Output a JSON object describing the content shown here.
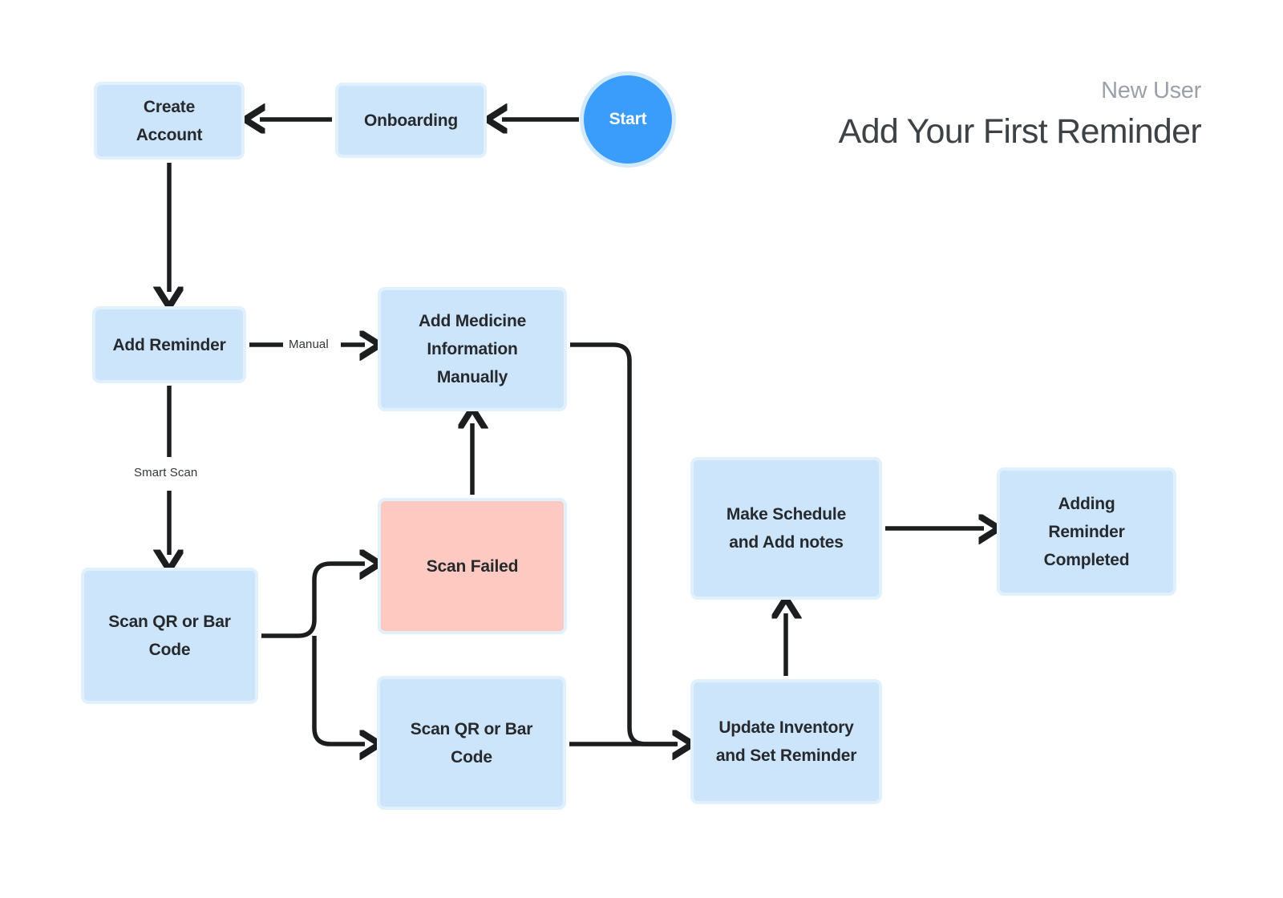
{
  "header": {
    "kicker": "New User",
    "title": "Add Your First Reminder"
  },
  "colors": {
    "node_fill": "#cce5fb",
    "node_border": "#e1f0fd",
    "error_fill": "#fdc9c0",
    "start_fill": "#3b9dfb",
    "start_ring": "#d3eafd",
    "edge": "#1b1d1f",
    "text": "#26292d",
    "title": "#3d4246",
    "kicker": "#9aa1a8",
    "background": "#ffffff"
  },
  "diagram": {
    "type": "flowchart",
    "nodes": [
      {
        "id": "start",
        "label": "Start",
        "shape": "circle",
        "style": "start"
      },
      {
        "id": "onboarding",
        "label": "Onboarding",
        "shape": "rect",
        "style": "default"
      },
      {
        "id": "create",
        "label": "Create\nAccount",
        "shape": "rect",
        "style": "default"
      },
      {
        "id": "add-reminder",
        "label": "Add Reminder",
        "shape": "rect",
        "style": "default"
      },
      {
        "id": "add-medicine",
        "label": "Add Medicine\nInformation\nManually",
        "shape": "rect",
        "style": "default"
      },
      {
        "id": "scan-left",
        "label": "Scan QR or Bar\nCode",
        "shape": "rect",
        "style": "default"
      },
      {
        "id": "scan-failed",
        "label": "Scan Failed",
        "shape": "rect",
        "style": "error"
      },
      {
        "id": "scan-bottom",
        "label": "Scan QR or Bar\nCode",
        "shape": "rect",
        "style": "default"
      },
      {
        "id": "update-inv",
        "label": "Update Inventory\nand Set Reminder",
        "shape": "rect",
        "style": "default"
      },
      {
        "id": "make-sched",
        "label": "Make Schedule\nand Add notes",
        "shape": "rect",
        "style": "default"
      },
      {
        "id": "completed",
        "label": "Adding\nReminder\nCompleted",
        "shape": "rect",
        "style": "default"
      }
    ],
    "edges": [
      {
        "from": "start",
        "to": "onboarding",
        "label": ""
      },
      {
        "from": "onboarding",
        "to": "create",
        "label": ""
      },
      {
        "from": "create",
        "to": "add-reminder",
        "label": ""
      },
      {
        "from": "add-reminder",
        "to": "add-medicine",
        "label": "Manual"
      },
      {
        "from": "add-reminder",
        "to": "scan-left",
        "label": "Smart Scan"
      },
      {
        "from": "scan-left",
        "to": "scan-failed",
        "label": ""
      },
      {
        "from": "scan-left",
        "to": "scan-bottom",
        "label": ""
      },
      {
        "from": "scan-failed",
        "to": "add-medicine",
        "label": ""
      },
      {
        "from": "add-medicine",
        "to": "update-inv",
        "label": ""
      },
      {
        "from": "scan-bottom",
        "to": "update-inv",
        "label": ""
      },
      {
        "from": "update-inv",
        "to": "make-sched",
        "label": ""
      },
      {
        "from": "make-sched",
        "to": "completed",
        "label": ""
      }
    ],
    "edge_labels": {
      "manual": "Manual",
      "smart_scan": "Smart Scan"
    }
  }
}
